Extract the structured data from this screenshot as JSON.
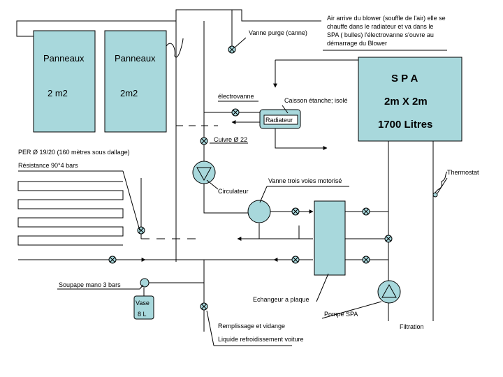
{
  "colors": {
    "component_fill": "#a8d8dc",
    "line": "#000000"
  },
  "panels": [
    {
      "title": "Panneaux",
      "area": "2 m2"
    },
    {
      "title": "Panneaux",
      "area": "2m2"
    }
  ],
  "spa": {
    "title": "S P A",
    "size": "2m X 2m",
    "volume": "1700 Litres"
  },
  "radiator": {
    "label": "Radiateur"
  },
  "vase": {
    "line1": "Vase",
    "line2": "8 L"
  },
  "labels": {
    "purge": "Vanne purge (canne)",
    "blower_1": "Air arrive du blower (souffle de l'air) elle se",
    "blower_2": "chauffe dans le radiateur et va dans le",
    "blower_3": "SPA ( bulles) l'électrovanne s'ouvre au",
    "blower_4": "démarrage du Blower",
    "electrovanne": "électrovanne",
    "caisson": "Caisson étanche; isolé",
    "cuivre": "Cuivre Ø 22",
    "per": "PER Ø 19/20 (160 mètres sous dallage)",
    "resistance": "Résistance 90°4 bars",
    "circulateur": "Circulateur",
    "vanne3": "Vanne trois voies motorisé",
    "thermostat": "Thermostat",
    "soupape": "Soupape mano 3 bars",
    "echangeur": "Echangeur a plaque",
    "pompe": "Pompe SPA",
    "filtration": "Filtration",
    "remplissage": "Remplissage et vidange",
    "liquide": "Liquide refroidissement voiture"
  }
}
